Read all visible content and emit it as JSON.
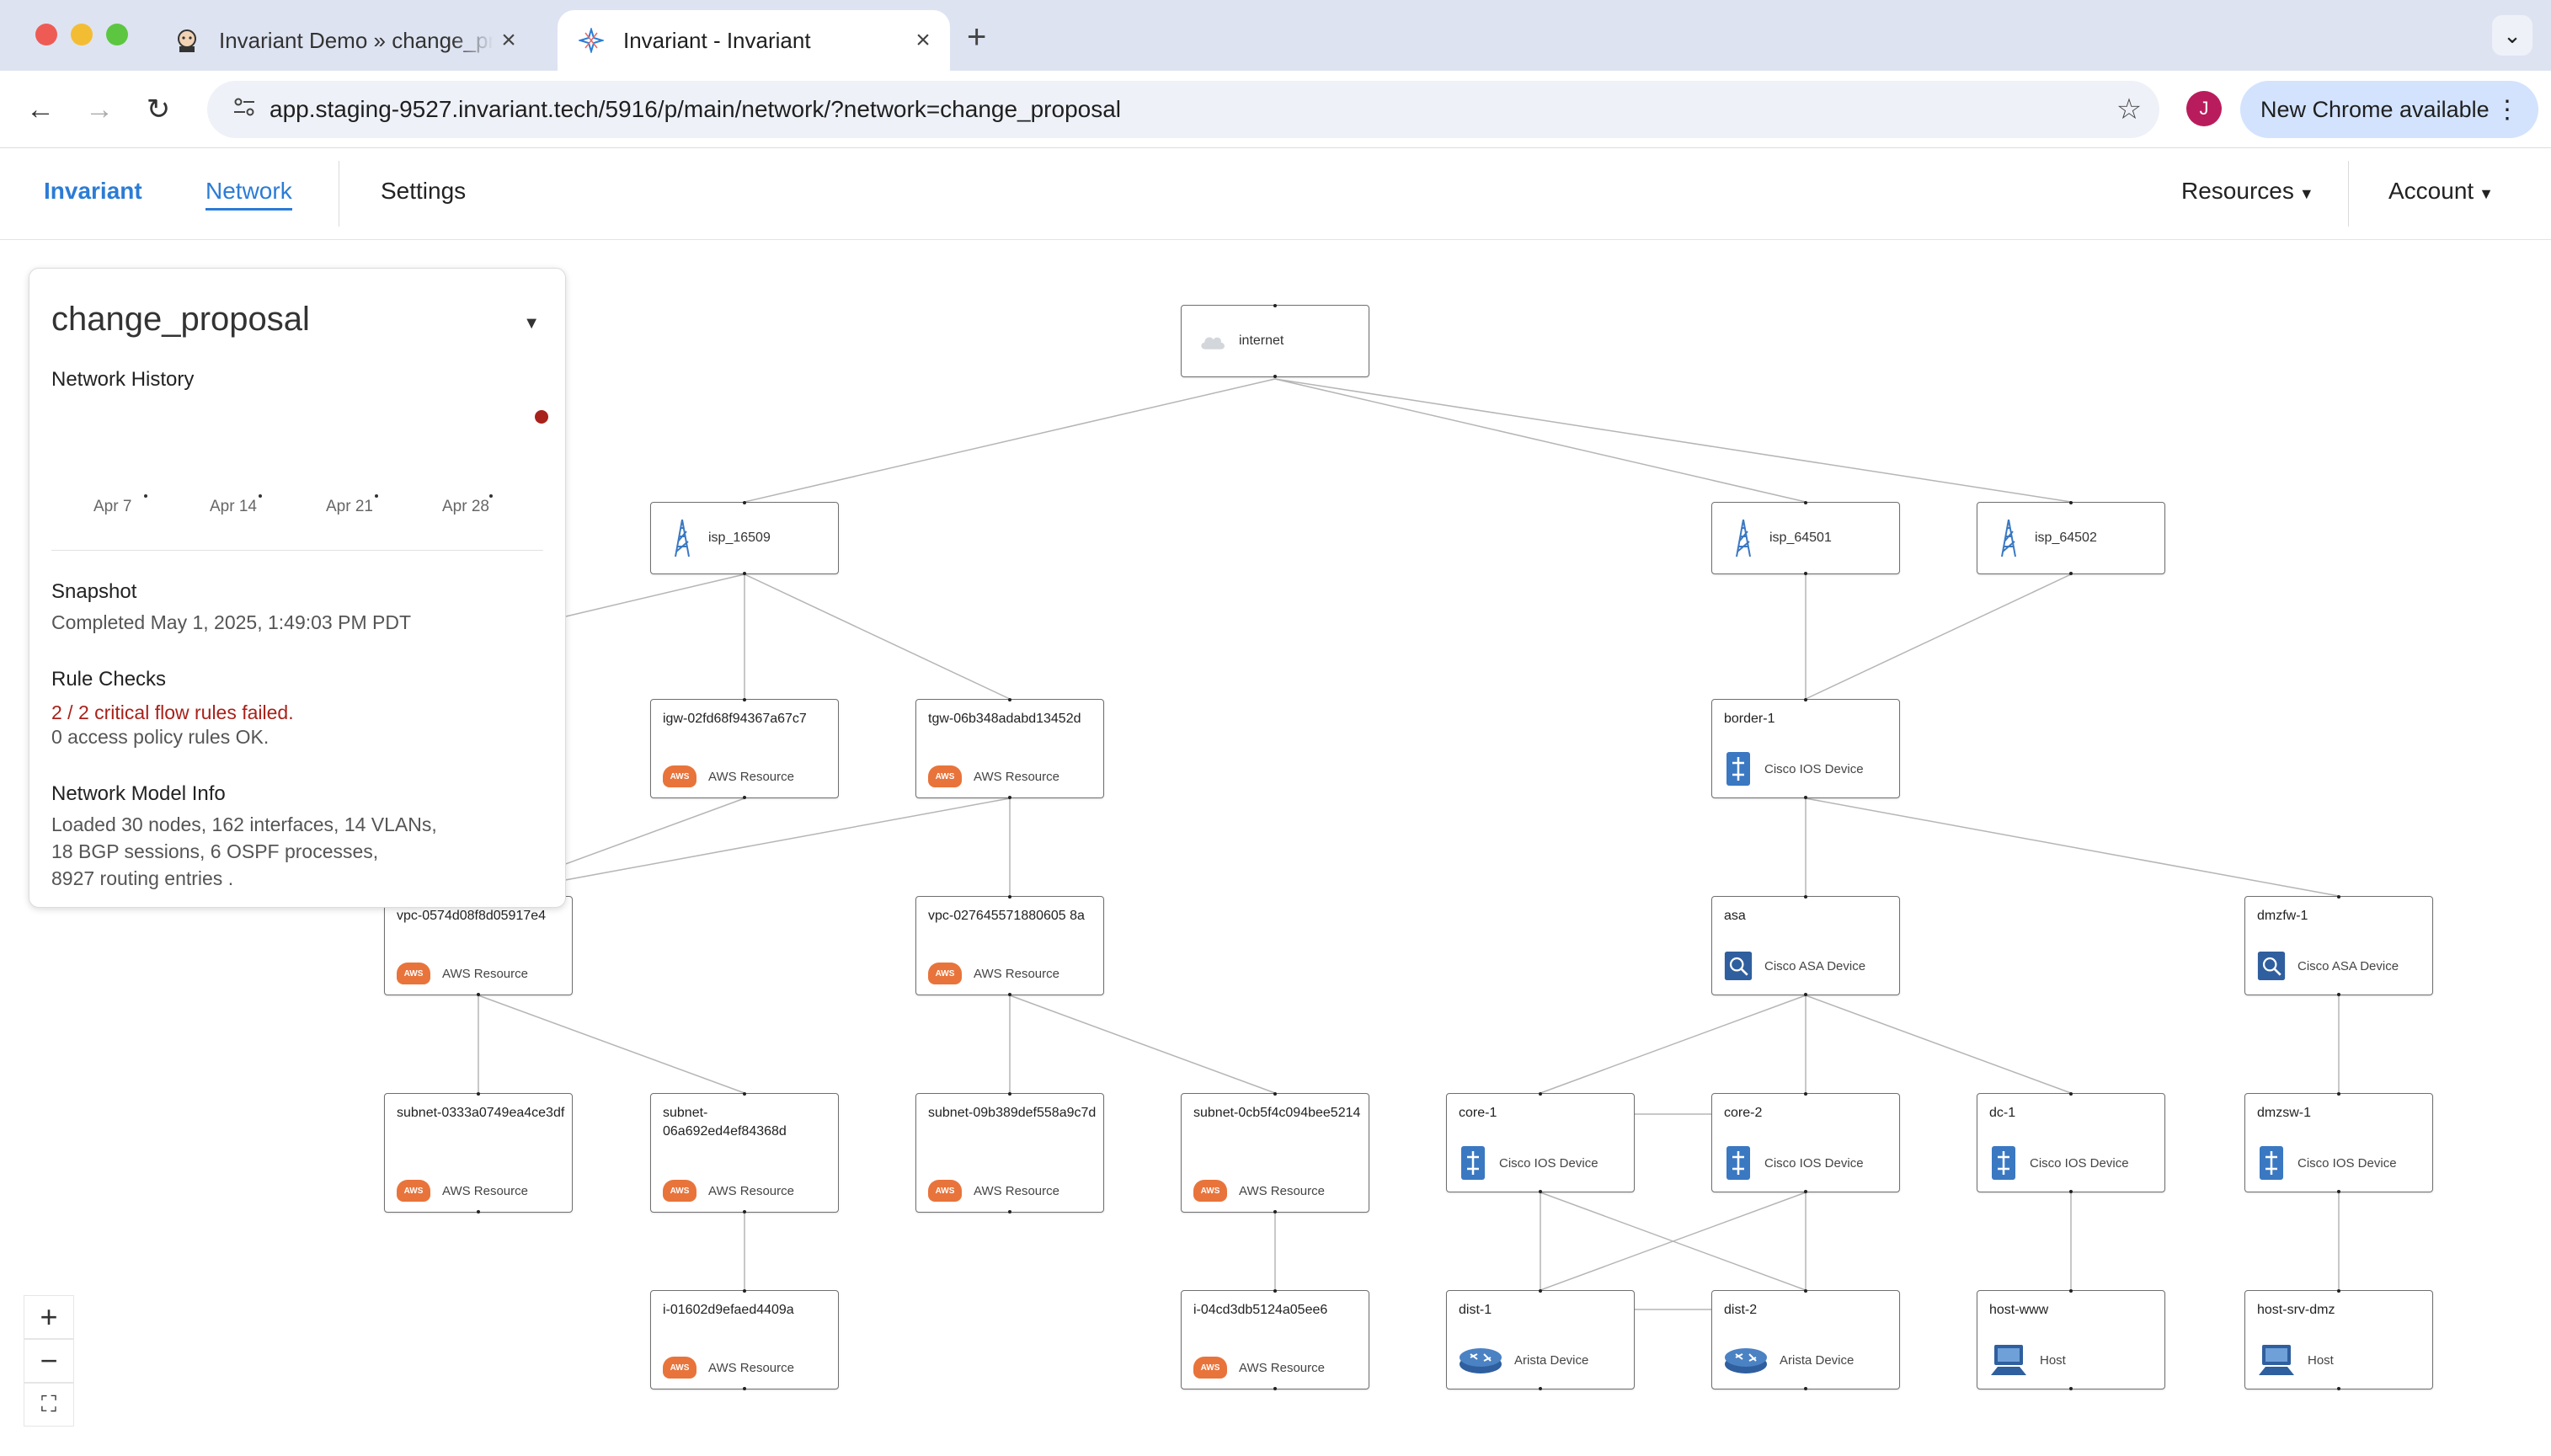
{
  "browser": {
    "tabs": [
      {
        "title": "Invariant Demo » change_proposal",
        "close": "×"
      },
      {
        "title": "Invariant - Invariant",
        "close": "×"
      }
    ],
    "new_tab": "+",
    "url": "app.staging-9527.invariant.tech/5916/p/main/network/?network=change_proposal",
    "profile_initial": "J",
    "update_label": "New Chrome available"
  },
  "appnav": {
    "brand": "Invariant",
    "network": "Network",
    "settings": "Settings",
    "resources": "Resources",
    "account": "Account"
  },
  "panel": {
    "network_name": "change_proposal",
    "history_label": "Network History",
    "history_ticks": [
      "Apr 7",
      "Apr 14",
      "Apr 21",
      "Apr 28"
    ],
    "snapshot_label": "Snapshot",
    "snapshot_status": "Completed May 1, 2025, 1:49:03 PM PDT",
    "rule_checks_label": "Rule Checks",
    "rule_checks_failed": "2 / 2 critical flow rules failed.",
    "rule_checks_ok": "0 access policy rules OK.",
    "model_info_label": "Network Model Info",
    "model_info_line1": "Loaded 30 nodes, 162 interfaces, 14 VLANs,",
    "model_info_line2": "18 BGP sessions, 6 OSPF processes,",
    "model_info_line3": "8927 routing entries ."
  },
  "zoom": {
    "in": "+",
    "out": "−",
    "fit": "⛶"
  },
  "nodes": {
    "internet": {
      "name": "internet",
      "icon": "cloud-icon"
    },
    "isp_16509": {
      "name": "isp_16509",
      "icon": "tower-icon"
    },
    "isp_64501": {
      "name": "isp_64501",
      "icon": "tower-icon"
    },
    "isp_64502": {
      "name": "isp_64502",
      "icon": "tower-icon"
    },
    "igw": {
      "name": "igw-02fd68f94367a67c7",
      "type": "AWS Resource"
    },
    "tgw": {
      "name": "tgw-06b348adabd13452d",
      "type": "AWS Resource"
    },
    "border1": {
      "name": "border-1",
      "type": "Cisco IOS Device"
    },
    "vpc1": {
      "name": "vpc-0574d08f8d05917e4",
      "type": "AWS Resource"
    },
    "vpc2": {
      "name": "vpc-027645571880605 8a",
      "type": "AWS Resource"
    },
    "asa": {
      "name": "asa",
      "type": "Cisco ASA Device"
    },
    "dmzfw1": {
      "name": "dmzfw-1",
      "type": "Cisco ASA Device"
    },
    "subnet1": {
      "name": "subnet-0333a0749ea4ce3df",
      "type": "AWS Resource"
    },
    "subnet2": {
      "name": "subnet-06a692ed4ef84368d",
      "type": "AWS Resource"
    },
    "subnet3": {
      "name": "subnet-09b389def558a9c7d",
      "type": "AWS Resource"
    },
    "subnet4": {
      "name": "subnet-0cb5f4c094bee5214",
      "type": "AWS Resource"
    },
    "core1": {
      "name": "core-1",
      "type": "Cisco IOS Device"
    },
    "core2": {
      "name": "core-2",
      "type": "Cisco IOS Device"
    },
    "dc1": {
      "name": "dc-1",
      "type": "Cisco IOS Device"
    },
    "dmzsw1": {
      "name": "dmzsw-1",
      "type": "Cisco IOS Device"
    },
    "inst1": {
      "name": "i-01602d9efaed4409a",
      "type": "AWS Resource"
    },
    "inst2": {
      "name": "i-04cd3db5124a05ee6",
      "type": "AWS Resource"
    },
    "dist1": {
      "name": "dist-1",
      "type": "Arista Device"
    },
    "dist2": {
      "name": "dist-2",
      "type": "Arista Device"
    },
    "hostwww": {
      "name": "host-www",
      "type": "Host"
    },
    "hostsrvdmz": {
      "name": "host-srv-dmz",
      "type": "Host"
    }
  },
  "aws_badge": "AWS",
  "colors": {
    "accent": "#2b7cd6",
    "alert": "#a8211a",
    "aws": "#e8743b",
    "device_blue": "#3a78c2"
  }
}
